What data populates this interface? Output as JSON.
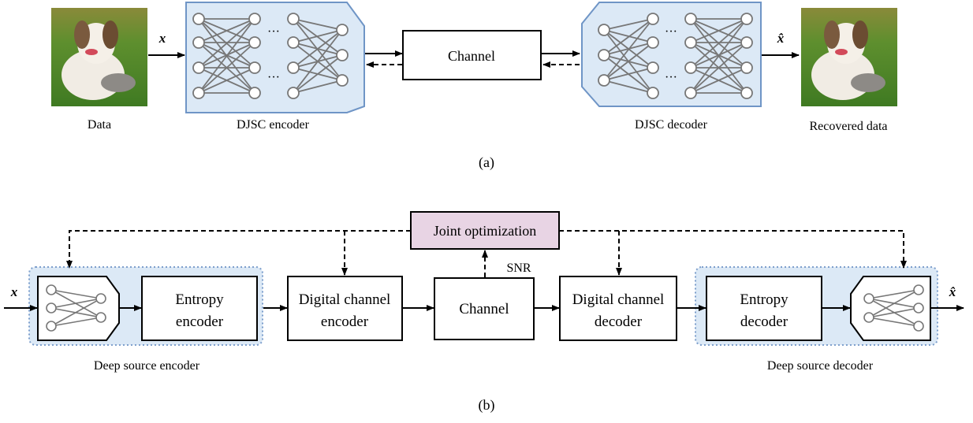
{
  "panel_a": {
    "caption": "(a)",
    "input_symbol": "x",
    "output_symbol": "x̂",
    "data_label": "Data",
    "encoder_label": "DJSC encoder",
    "channel_label": "Channel",
    "decoder_label": "DJSC decoder",
    "recovered_label": "Recovered data",
    "ellipsis": "···"
  },
  "panel_b": {
    "caption": "(b)",
    "input_symbol": "x",
    "output_symbol": "x̂",
    "joint_label": "Joint optimization",
    "snr_label": "SNR",
    "entropy_encoder": [
      "Entropy",
      "encoder"
    ],
    "digital_channel_encoder": [
      "Digital channel",
      "encoder"
    ],
    "channel_label": "Channel",
    "digital_channel_decoder": [
      "Digital channel",
      "decoder"
    ],
    "entropy_decoder": [
      "Entropy",
      "decoder"
    ],
    "source_encoder_label": "Deep source encoder",
    "source_decoder_label": "Deep source decoder"
  },
  "colors": {
    "nn_fill": "#dce9f6",
    "nn_stroke": "#6f95c6",
    "joint_fill": "#e8d4e4",
    "dotted_stroke": "#7d9fcc",
    "node_stroke": "#777777"
  }
}
